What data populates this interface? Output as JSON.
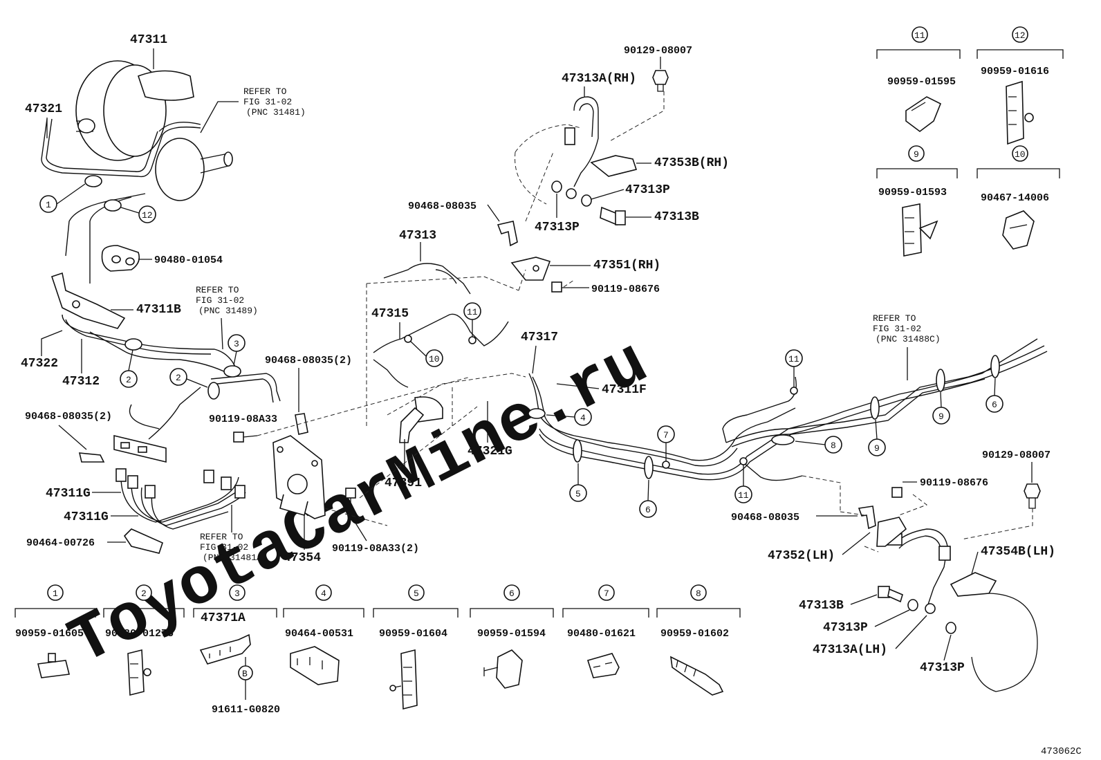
{
  "watermark": "ToyotaCarMine.ru",
  "drawing_id": "473062C",
  "parts": {
    "p47311": "47311",
    "p47321": "47321",
    "p47311b": "47311B",
    "p47322": "47322",
    "p47312": "47312",
    "p90480_01054": "90480-01054",
    "p90468_08035_2a": "90468-08035(2)",
    "p90468_08035_2b": "90468-08035(2)",
    "p90119_08a33": "90119-08A33",
    "p47311g_a": "47311G",
    "p47311g_b": "47311G",
    "p90464_00726": "90464-00726",
    "p47354": "47354",
    "p90119_08a33_2": "90119-08A33(2)",
    "p47313": "47313",
    "p47315": "47315",
    "p47391": "47391",
    "p90468_08035_top": "90468-08035",
    "p90129_08007_top": "90129-08007",
    "p47313a_rh": "47313A(RH)",
    "p47353b_rh": "47353B(RH)",
    "p47313p_a": "47313P",
    "p47313p_b": "47313P",
    "p47313b_top": "47313B",
    "p47351_rh": "47351(RH)",
    "p90119_08676_top": "90119-08676",
    "p47317": "47317",
    "p47311f": "47311F",
    "p47321g": "47321G",
    "p90129_08007_right": "90129-08007",
    "p90119_08676_right": "90119-08676",
    "p90468_08035_right": "90468-08035",
    "p47352_lh": "47352(LH)",
    "p47354b_lh": "47354B(LH)",
    "p47313b_right": "47313B",
    "p47313p_c": "47313P",
    "p47313a_lh": "47313A(LH)",
    "p47313p_d": "47313P"
  },
  "refer_notes": [
    {
      "l1": "REFER TO",
      "l2": "FIG 31-02",
      "l3": "(PNC 31481)"
    },
    {
      "l1": "REFER TO",
      "l2": "FIG 31-02",
      "l3": "(PNC 31489)"
    },
    {
      "l1": "REFER TO",
      "l2": "FIG 31-02",
      "l3": "(PNC 31481A)"
    },
    {
      "l1": "REFER TO",
      "l2": "FIG 31-02",
      "l3": "(PNC 31488C)"
    }
  ],
  "callouts": [
    "1",
    "2",
    "3",
    "4",
    "5",
    "6",
    "7",
    "8",
    "9",
    "10",
    "11",
    "12"
  ],
  "legend_top": [
    {
      "num": "11",
      "part": "90959-01595"
    },
    {
      "num": "12",
      "part": "90959-01616"
    },
    {
      "num": "9",
      "part": "90959-01593"
    },
    {
      "num": "10",
      "part": "90467-14006"
    }
  ],
  "legend_bottom": [
    {
      "num": "1",
      "part": "90959-01605"
    },
    {
      "num": "2",
      "part": "90480-01275"
    },
    {
      "num": "3",
      "part": "47371A",
      "sub_circle": "B",
      "sub_part": "91611-G0820"
    },
    {
      "num": "4",
      "part": "90464-00531"
    },
    {
      "num": "5",
      "part": "90959-01604"
    },
    {
      "num": "6",
      "part": "90959-01594"
    },
    {
      "num": "7",
      "part": "90480-01621"
    },
    {
      "num": "8",
      "part": "90959-01602"
    }
  ]
}
